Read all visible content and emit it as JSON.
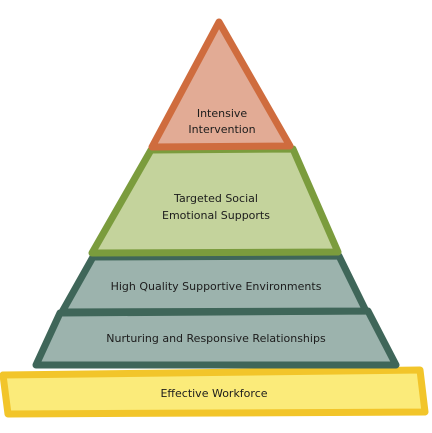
{
  "tiers": {
    "intensive": {
      "line1": "Intensive",
      "line2": "Intervention",
      "fill": "#e2ab95",
      "border": "#cf6c3e"
    },
    "targeted": {
      "line1": "Targeted Social",
      "line2": "Emotional Supports",
      "fill": "#c4d39c",
      "border": "#7b9c3d"
    },
    "high_quality": {
      "label": "High Quality Supportive Environments",
      "fill": "#9cb3ad",
      "border": "#3f6659"
    },
    "nurturing": {
      "label": "Nurturing and Responsive Relationships",
      "fill": "#9cb3ad",
      "border": "#3f6659"
    },
    "workforce": {
      "label": "Effective Workforce",
      "fill": "#fbeb7a",
      "border": "#f2c52a"
    }
  }
}
